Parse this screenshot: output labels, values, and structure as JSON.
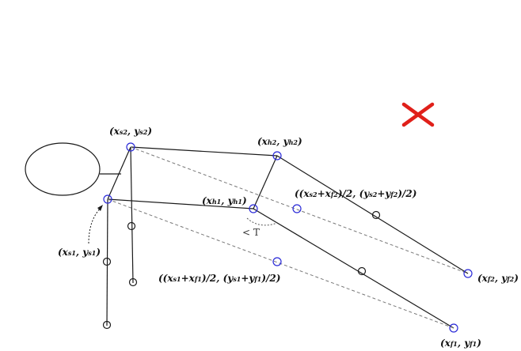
{
  "colors": {
    "line": "#1a1a1a",
    "dashed": "#777777",
    "marker": "#2a2ad8",
    "cross": "#e0201a"
  },
  "icons": {
    "reject": "x-mark-icon"
  },
  "labels": {
    "s2": {
      "open": "(x",
      "sub1": "s2",
      "mid": ", y",
      "sub2": "s2",
      "close": ")"
    },
    "h2": {
      "open": "(x",
      "sub1": "h2",
      "mid": ", y",
      "sub2": "h2",
      "close": ")"
    },
    "h1": {
      "open": "(x",
      "sub1": "h1",
      "mid": ", y",
      "sub2": "h1",
      "close": ")"
    },
    "s1": {
      "open": "(x",
      "sub1": "s1",
      "mid": ", y",
      "sub2": "s1",
      "close": ")"
    },
    "f2": {
      "open": "(x",
      "sub1": "f2",
      "mid": ", y",
      "sub2": "f2",
      "close": ")"
    },
    "f1": {
      "open": "(x",
      "sub1": "f1",
      "mid": ", y",
      "sub2": "f1",
      "close": ")"
    },
    "mid2": {
      "p1": "((x",
      "s1": "s2",
      "p2": "+x",
      "s2": "f2",
      "p3": ")/2, (y",
      "s3": "s2",
      "p4": "+y",
      "s4": "f2",
      "p5": ")/2)"
    },
    "mid1": {
      "p1": "((x",
      "s1": "s1",
      "p2": "+x",
      "s2": "f1",
      "p3": ")/2, (y",
      "s3": "s1",
      "p4": "+y",
      "s4": "f1",
      "p5": ")/2)"
    },
    "angle": "< T"
  }
}
